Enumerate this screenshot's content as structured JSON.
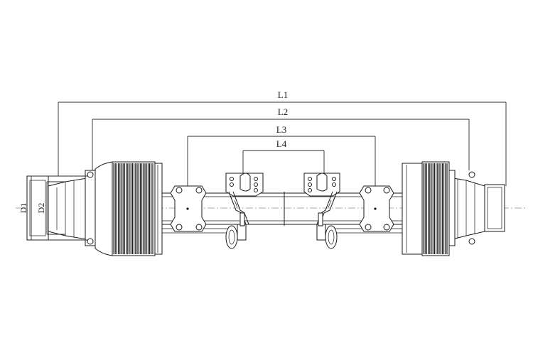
{
  "dimensions": {
    "L1": "L1",
    "L2": "L2",
    "L3": "L3",
    "L4": "L4",
    "D1": "D1",
    "D2": "D2"
  }
}
